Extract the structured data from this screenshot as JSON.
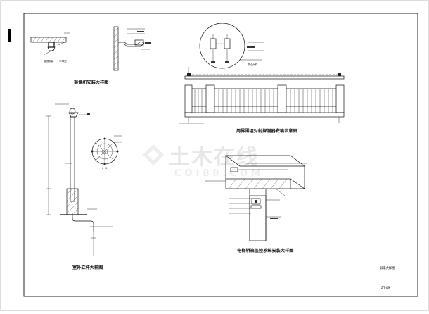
{
  "watermark": {
    "text": "土木在线",
    "sub": "COI88.COM"
  },
  "figures": {
    "camera_install": {
      "title": "摄像机安装大样图"
    },
    "fence_sensor": {
      "title": "周界围墙对射探测器安装示意图"
    },
    "outdoor_pole": {
      "title": "室外立杆大样图"
    },
    "pole_section": {
      "label": "Ⅱ－Ⅱ"
    },
    "elevator_camera": {
      "title": "电梯轿箱监控系统安装大样图"
    }
  },
  "title_block": {
    "name": "弱电大样图",
    "number": "ZT-09"
  }
}
